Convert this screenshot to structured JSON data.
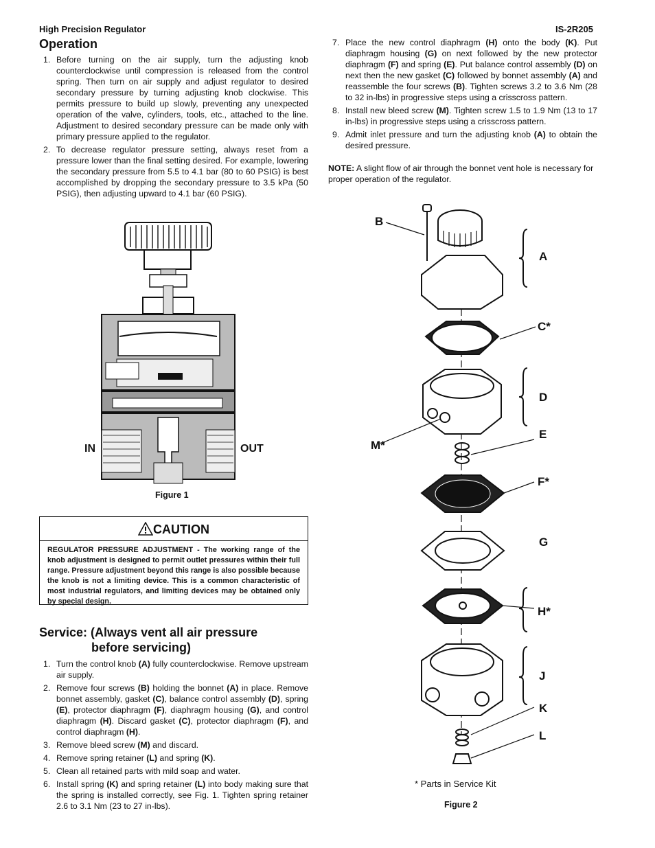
{
  "header": {
    "left": "High Precision Regulator",
    "right": "IS-2R205"
  },
  "operation": {
    "title": "Operation",
    "steps": [
      {
        "num": "1.",
        "text": "Before turning on the air supply, turn the adjusting knob counterclockwise until compression is released from the control spring. Then turn on air supply and adjust regulator to desired secondary pressure by turning adjusting knob clockwise. This permits pressure to build up slowly, preventing any unexpected operation of the valve, cylinders, tools, etc., attached to the line. Adjustment to desired secondary pressure can be made only with primary pressure applied to the regulator."
      },
      {
        "num": "2.",
        "text": "To decrease regulator pressure setting, always reset from a pressure lower than the final setting desired. For example, lowering the secondary pressure from 5.5 to 4.1 bar (80 to 60 PSIG) is best accomplished by dropping the secondary pressure to 3.5 kPa (50 PSIG), then adjusting upward to 4.1 bar (60 PSIG)."
      }
    ]
  },
  "figure1": {
    "caption": "Figure 1",
    "in_label": "IN",
    "out_label": "OUT"
  },
  "caution": {
    "title": "CAUTION",
    "body": "REGULATOR PRESSURE ADJUSTMENT - The working range of the knob adjustment is designed to permit outlet pressures within their full range.  Pressure adjustment beyond this range is also possible because the knob is not a limiting device.  This is a common characteristic of most industrial regulators, and limiting devices may be obtained only by special design."
  },
  "service": {
    "title_line1": "Service: (Always vent all air pressure",
    "title_line2": "before servicing)",
    "steps": [
      {
        "num": "1.",
        "parts": [
          "Turn the control knob ",
          "(A)",
          " fully counterclockwise.  Remove upstream air supply."
        ]
      },
      {
        "num": "2.",
        "parts": [
          "Remove four screws ",
          "(B)",
          " holding the bonnet ",
          "(A)",
          " in place. Remove bonnet assembly, gasket ",
          "(C)",
          ", balance control assembly ",
          "(D)",
          ", spring ",
          "(E)",
          ", protector diaphragm ",
          "(F)",
          ", diaphragm housing ",
          "(G)",
          ", and control diaphragm ",
          "(H)",
          ". Discard gasket ",
          "(C)",
          ", protector diaphragm ",
          "(F)",
          ", and control diaphragm ",
          "(H)",
          "."
        ]
      },
      {
        "num": "3.",
        "parts": [
          "Remove bleed screw ",
          "(M)",
          " and discard."
        ]
      },
      {
        "num": "4.",
        "parts": [
          "Remove spring retainer ",
          "(L)",
          " and spring ",
          "(K)",
          "."
        ]
      },
      {
        "num": "5.",
        "parts": [
          "Clean all retained parts with mild soap and water."
        ]
      },
      {
        "num": "6.",
        "parts": [
          "Install spring ",
          "(K)",
          " and spring retainer ",
          "(L)",
          " into body making sure that the spring is installed correctly, see Fig. 1. Tighten spring retainer 2.6 to 3.1 Nm (23 to 27 in-lbs)."
        ]
      },
      {
        "num": "7.",
        "parts": [
          "Place the new control diaphragm ",
          "(H)",
          " onto the body ",
          "(K)",
          ".  Put diaphragm housing ",
          "(G)",
          " on next followed by the new protector diaphragm ",
          "(F)",
          " and spring ",
          "(E)",
          ". Put balance control assembly ",
          "(D)",
          " on next then the new gasket ",
          "(C)",
          " followed by bonnet assembly ",
          "(A)",
          " and reassemble the four screws ",
          "(B)",
          ". Tighten screws  3.2 to 3.6 Nm (28 to 32 in-lbs) in progressive steps using a crisscross pattern."
        ]
      },
      {
        "num": "8.",
        "parts": [
          "Install new bleed screw ",
          "(M)",
          ".  Tighten screw 1.5 to 1.9 Nm (13 to 17 in-lbs) in progressive steps using a crisscross pattern."
        ]
      },
      {
        "num": "9.",
        "parts": [
          "Admit inlet pressure and turn the adjusting knob ",
          "(A)",
          " to obtain the desired pressure."
        ]
      }
    ],
    "note_label": "NOTE:",
    "note_text": "A slight flow of air through the bonnet vent hole is necessary for proper operation of the regulator."
  },
  "figure2": {
    "caption": "Figure 2",
    "kit_note": "* Parts in Service Kit",
    "labels": {
      "B": "B",
      "A": "A",
      "C": "C*",
      "D": "D",
      "E": "E",
      "M": "M*",
      "F": "F*",
      "G": "G",
      "H": "H*",
      "J": "J",
      "K": "K",
      "L": "L"
    }
  }
}
